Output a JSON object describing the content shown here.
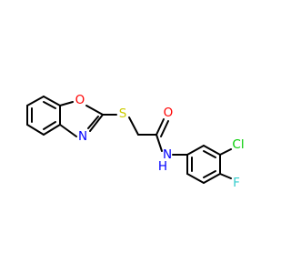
{
  "molecule": {
    "atoms": {
      "oxygen_ring": {
        "text": "O",
        "color": "#FF0000"
      },
      "nitrogen_ring": {
        "text": "N",
        "color": "#0000FF"
      },
      "sulfur": {
        "text": "S",
        "color": "#CCCC00"
      },
      "oxygen_carbonyl": {
        "text": "O",
        "color": "#FF0000"
      },
      "nitrogen_amide": {
        "text": "N",
        "color": "#0000FF"
      },
      "hydrogen_amide": {
        "text": "H",
        "color": "#0000FF"
      },
      "chlorine": {
        "text": "Cl",
        "color": "#00CC00"
      },
      "fluorine": {
        "text": "F",
        "color": "#33CCCC"
      }
    },
    "bond_color": "#000000",
    "background": "#FFFFFF"
  }
}
